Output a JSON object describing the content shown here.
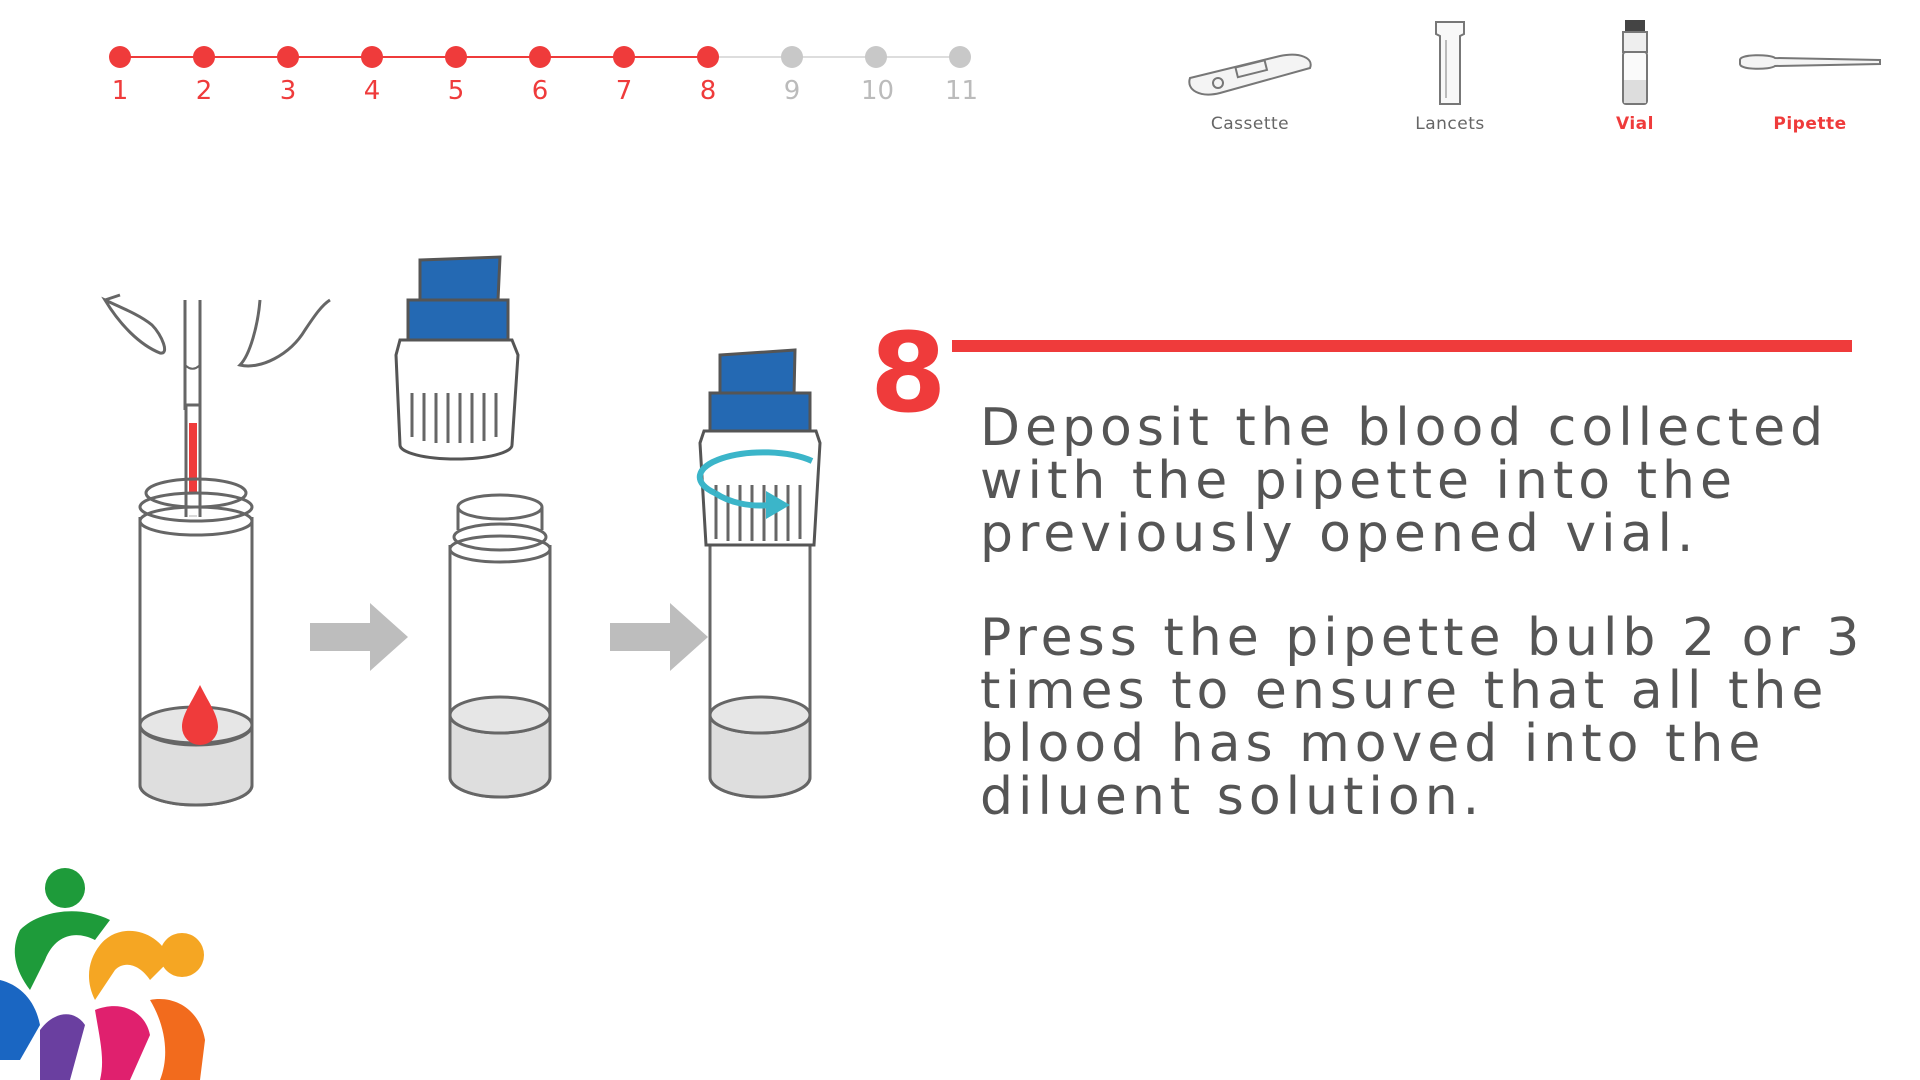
{
  "colors": {
    "accent": "#EF3B3B",
    "inactive": "#C8C8C8",
    "text": "#555555",
    "cap_blue": "#2469B3",
    "rotation_arrow": "#3BB5C9"
  },
  "progress": {
    "current_step": 8,
    "steps": [
      "1",
      "2",
      "3",
      "4",
      "5",
      "6",
      "7",
      "8",
      "9",
      "10",
      "11"
    ]
  },
  "supplies": [
    {
      "label": "Cassette",
      "icon": "cassette-icon",
      "active": false
    },
    {
      "label": "Lancets",
      "icon": "lancets-icon",
      "active": false
    },
    {
      "label": "Vial",
      "icon": "vial-icon",
      "active": true
    },
    {
      "label": "Pipette",
      "icon": "pipette-icon",
      "active": true
    }
  ],
  "step": {
    "number": "8",
    "instruction_1": "Deposit the blood collected\nwith the pipette into the\npreviously opened vial.",
    "instruction_2": "Press the pipette bulb 2 or 3\ntimes to ensure that all the\nblood has moved into the\ndiluent solution."
  }
}
